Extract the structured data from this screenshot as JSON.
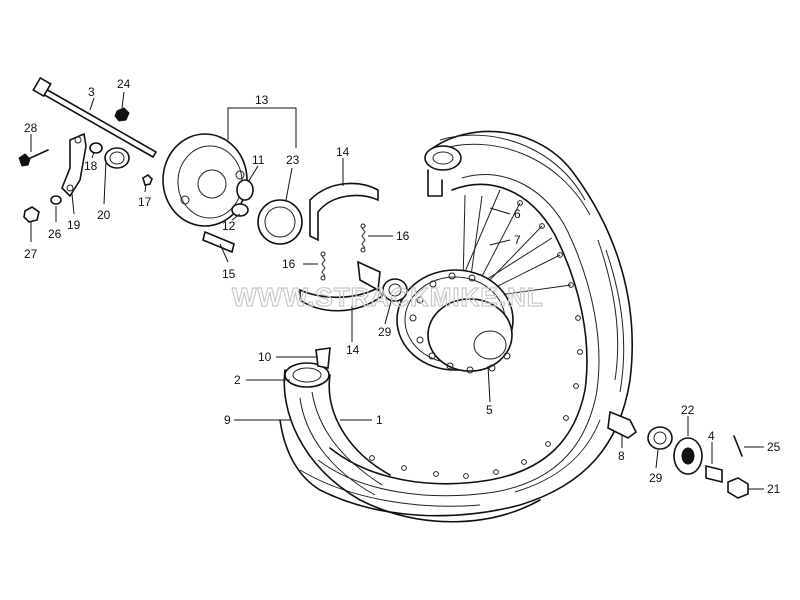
{
  "watermark": "WWW.STRACKMIKE.NL",
  "labels": [
    {
      "id": "3",
      "text": "3"
    },
    {
      "id": "24",
      "text": "24"
    },
    {
      "id": "28",
      "text": "28"
    },
    {
      "id": "18",
      "text": "18"
    },
    {
      "id": "19",
      "text": "19"
    },
    {
      "id": "20",
      "text": "20"
    },
    {
      "id": "17",
      "text": "17"
    },
    {
      "id": "26",
      "text": "26"
    },
    {
      "id": "27",
      "text": "27"
    },
    {
      "id": "13",
      "text": "13"
    },
    {
      "id": "11",
      "text": "11"
    },
    {
      "id": "23",
      "text": "23"
    },
    {
      "id": "12",
      "text": "12"
    },
    {
      "id": "15",
      "text": "15"
    },
    {
      "id": "14a",
      "text": "14"
    },
    {
      "id": "16a",
      "text": "16"
    },
    {
      "id": "16b",
      "text": "16"
    },
    {
      "id": "14b",
      "text": "14"
    },
    {
      "id": "29a",
      "text": "29"
    },
    {
      "id": "6",
      "text": "6"
    },
    {
      "id": "7",
      "text": "7"
    },
    {
      "id": "5",
      "text": "5"
    },
    {
      "id": "10",
      "text": "10"
    },
    {
      "id": "2",
      "text": "2"
    },
    {
      "id": "9",
      "text": "9"
    },
    {
      "id": "1",
      "text": "1"
    },
    {
      "id": "22",
      "text": "22"
    },
    {
      "id": "4",
      "text": "4"
    },
    {
      "id": "25",
      "text": "25"
    },
    {
      "id": "8",
      "text": "8"
    },
    {
      "id": "29b",
      "text": "29"
    },
    {
      "id": "21",
      "text": "21"
    }
  ]
}
